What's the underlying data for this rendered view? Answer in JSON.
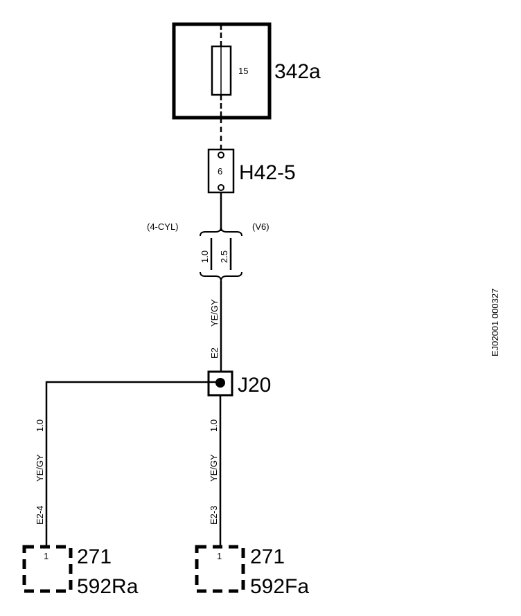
{
  "fuse_box": {
    "label": "342a",
    "fuse_number": "15"
  },
  "connector_h42": {
    "label": "H42-5",
    "pin": "6"
  },
  "wire_size_option": {
    "left_label": "(4-CYL)",
    "right_label": "(V6)",
    "size_left": "1.0",
    "size_right": "2.5",
    "color": "YE/GY",
    "segment": "E2"
  },
  "junction": {
    "label": "J20"
  },
  "branch_left": {
    "size": "1.0",
    "color": "YE/GY",
    "segment": "E2-4"
  },
  "branch_right": {
    "size": "1.0",
    "color": "YE/GY",
    "segment": "E2-3"
  },
  "component_left": {
    "pin": "1",
    "label_top": "271",
    "label_bottom": "592Ra"
  },
  "component_right": {
    "pin": "1",
    "label_top": "271",
    "label_bottom": "592Fa"
  },
  "side_code": "EJ02001 000327"
}
